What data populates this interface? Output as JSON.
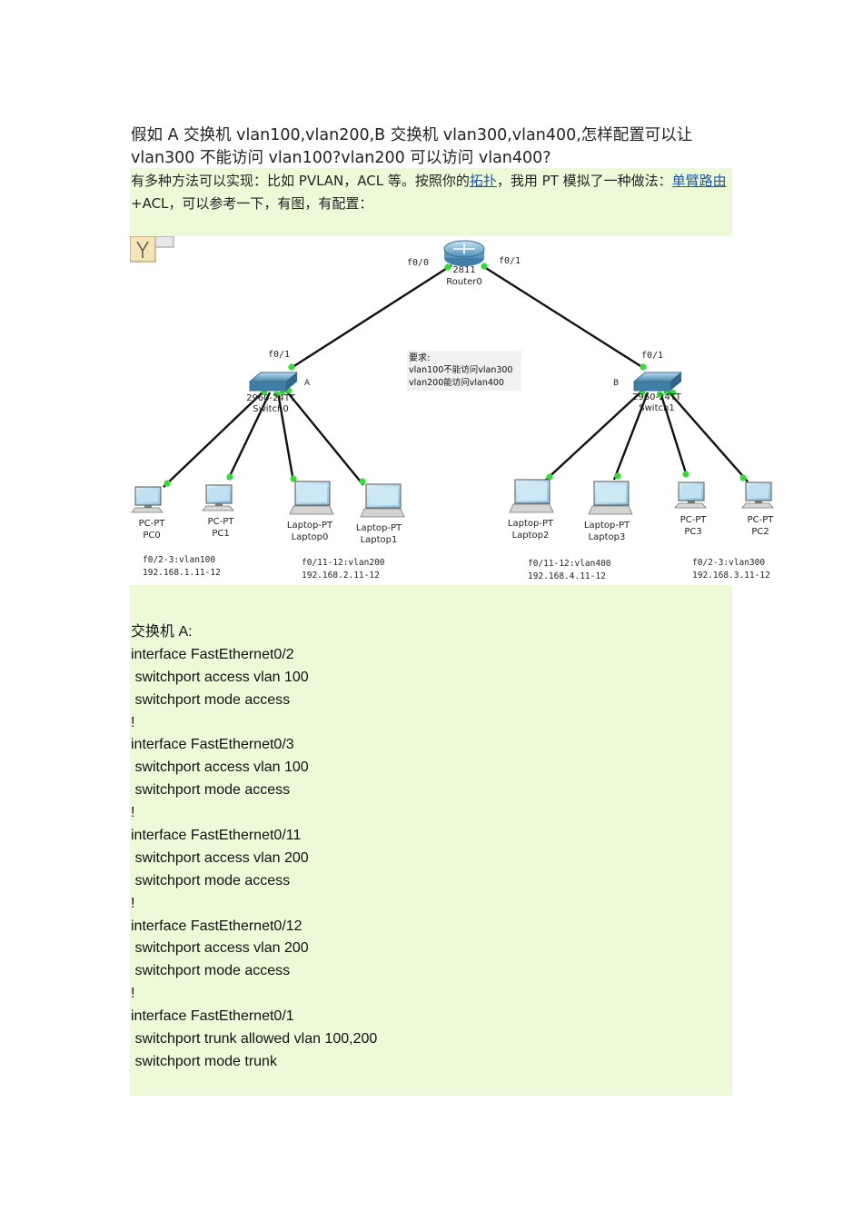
{
  "question": {
    "line1": "假如 A 交换机 vlan100,vlan200,B 交换机 vlan300,vlan400,怎样配置可以让",
    "line2": "vlan300 不能访问 vlan100?vlan200 可以访问 vlan400?"
  },
  "answer": {
    "part1": "有多种方法可以实现：比如 PVLAN，ACL 等。按照你的",
    "link1": "拓扑",
    "part2": "，我用 PT 模拟了一种做法：",
    "link2": "单臂路由",
    "part3": "+ACL，可以参考一下，有图，有配置："
  },
  "diagram": {
    "router": {
      "model": "2811",
      "name": "Router0",
      "port_left": "f0/0",
      "port_right": "f0/1"
    },
    "switch_a": {
      "model": "2960-24TT",
      "name": "Switch0",
      "letter": "A",
      "uplink": "f0/1"
    },
    "switch_b": {
      "model": "2960-24TT",
      "name": "Switch1",
      "letter": "B",
      "uplink": "f0/1"
    },
    "requirement": {
      "title": "要求:",
      "line1": "vlan100不能访问vlan300",
      "line2": "vlan200能访问vlan400"
    },
    "devices": [
      {
        "type": "PC-PT",
        "name": "PC0"
      },
      {
        "type": "PC-PT",
        "name": "PC1"
      },
      {
        "type": "Laptop-PT",
        "name": "Laptop0"
      },
      {
        "type": "Laptop-PT",
        "name": "Laptop1"
      },
      {
        "type": "Laptop-PT",
        "name": "Laptop2"
      },
      {
        "type": "Laptop-PT",
        "name": "Laptop3"
      },
      {
        "type": "PC-PT",
        "name": "PC3"
      },
      {
        "type": "PC-PT",
        "name": "PC2"
      }
    ],
    "notes": [
      {
        "port": "f0/2-3:vlan100",
        "ip": "192.168.1.11-12"
      },
      {
        "port": "f0/11-12:vlan200",
        "ip": "192.168.2.11-12"
      },
      {
        "port": "f0/11-12:vlan400",
        "ip": "192.168.4.11-12"
      },
      {
        "port": "f0/2-3:vlan300",
        "ip": "192.168.3.11-12"
      }
    ]
  },
  "config": {
    "lines": [
      "交换机 A:",
      "interface FastEthernet0/2",
      " switchport access vlan 100",
      " switchport mode access",
      "!",
      "interface FastEthernet0/3",
      " switchport access vlan 100",
      " switchport mode access",
      "!",
      "interface FastEthernet0/11",
      " switchport access vlan 200",
      " switchport mode access",
      "!",
      "interface FastEthernet0/12",
      " switchport access vlan 200",
      " switchport mode access",
      "!",
      "interface FastEthernet0/1",
      " switchport trunk allowed vlan 100,200",
      " switchport mode trunk"
    ]
  }
}
